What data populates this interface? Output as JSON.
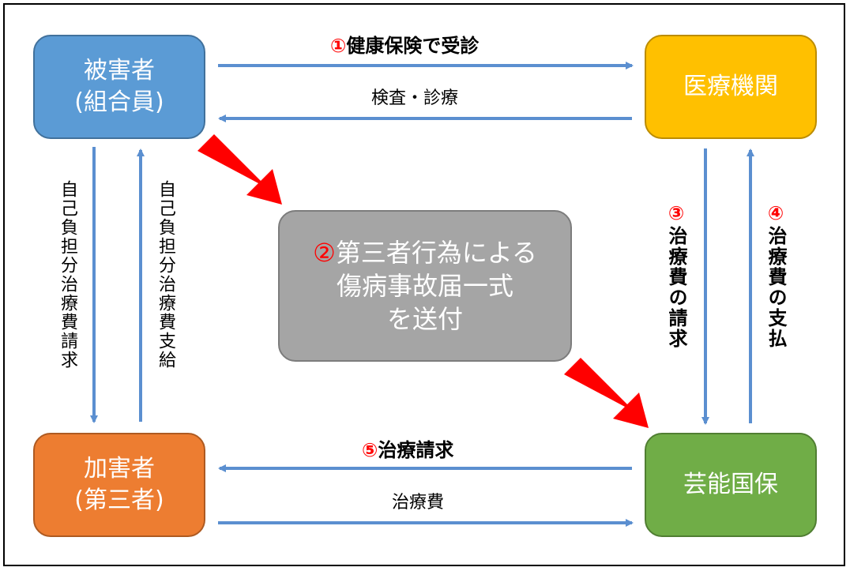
{
  "nodes": {
    "victim": [
      "被害者",
      "(組合員)"
    ],
    "hospital": [
      "医療機関"
    ],
    "culprit": [
      "加害者",
      "(第三者)"
    ],
    "insurer": [
      "芸能国保"
    ],
    "notice": {
      "line1_num": "②",
      "line1_text": "第三者行為による",
      "line2": "傷病事故届一式",
      "line3": "を送付"
    }
  },
  "edges": {
    "e1": {
      "num": "①",
      "text": "健康保険で受診"
    },
    "e2": {
      "text": "検査・診療"
    },
    "e3": {
      "num": "③",
      "text": "治療費の請求"
    },
    "e4": {
      "num": "④",
      "text": "治療費の支払"
    },
    "e5": {
      "num": "⑤",
      "text": "治療請求"
    },
    "e6": {
      "text": "治療費"
    },
    "e7": {
      "text": "自己負担分治療費請求"
    },
    "e8": {
      "text": "自己負担分治療費支給"
    }
  },
  "colors": {
    "arrow_blue": "#5b8fd0",
    "arrow_red": "#ff0000",
    "victim": "#5b9bd5",
    "hospital": "#ffc000",
    "culprit": "#ed7d31",
    "insurer": "#70ad47",
    "notice": "#a5a5a5"
  }
}
